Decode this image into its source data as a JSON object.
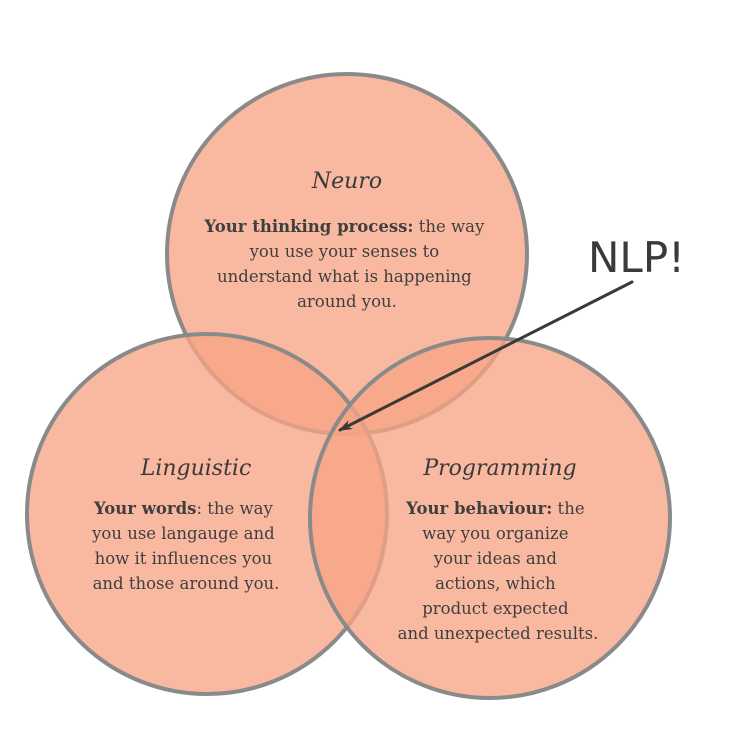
{
  "circles": [
    {
      "id": "neuro",
      "title": "Neuro",
      "bold": "Your thinking process:",
      "rest": " the way",
      "lines": [
        "you use your senses to",
        "understand what is happening",
        "around you."
      ]
    },
    {
      "id": "linguistic",
      "title": "Linguistic",
      "bold": "Your words",
      "rest": ": the way",
      "lines": [
        "you use langauge and",
        "how it influences you",
        "and those around you."
      ]
    },
    {
      "id": "programming",
      "title": "Programming",
      "bold": "Your behaviour:",
      "rest": " the",
      "lines": [
        "way you organize",
        "your ideas and",
        "actions, which",
        "product expected",
        "and unexpected results."
      ]
    }
  ],
  "callout": "NLP!",
  "colors": {
    "fill": "#f7a485",
    "stroke": "#8a8a8a",
    "overlap": "#f27a55"
  }
}
